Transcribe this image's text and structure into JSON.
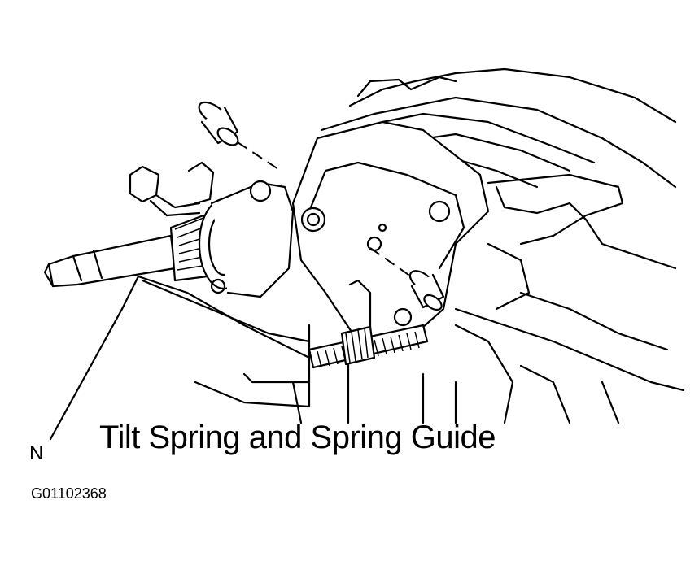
{
  "diagram": {
    "caption": "Tilt Spring and Spring Guide",
    "marker": "N",
    "figure_code": "G01102368"
  }
}
